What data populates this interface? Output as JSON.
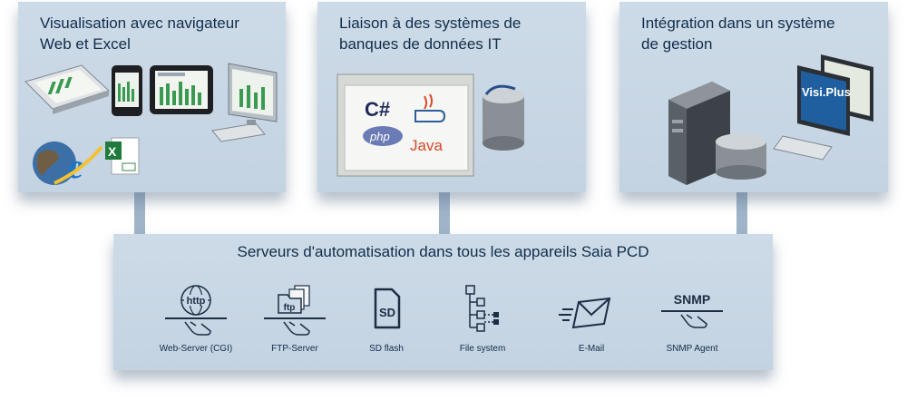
{
  "panels": [
    {
      "title": "Visualisation avec navigateur\nWeb et Excel"
    },
    {
      "title": "Liaison à des systèmes de\nbanques de données IT"
    },
    {
      "title": "Intégration dans un système\nde gestion"
    }
  ],
  "bottom": {
    "title": "Serveurs d'automatisation dans tous les appareils Saia PCD",
    "features": [
      {
        "label": "Web-Server (CGI)",
        "icon": "http-globe-icon"
      },
      {
        "label": "FTP-Server",
        "icon": "ftp-folder-icon"
      },
      {
        "label": "SD flash",
        "icon": "sd-card-icon"
      },
      {
        "label": "File system",
        "icon": "file-tree-icon"
      },
      {
        "label": "E-Mail",
        "icon": "email-icon"
      },
      {
        "label": "SNMP Agent",
        "icon": "snmp-icon"
      }
    ]
  },
  "artwork": {
    "http_text": "http",
    "ftp_text": "ftp",
    "sd_text": "SD",
    "snmp_text": "SNMP",
    "csharp_text": "C#",
    "php_text": "php",
    "java_text": "Java",
    "visiplus_text": "Visi.Plus"
  },
  "colors": {
    "panel": "#c9d8e6",
    "title_text": "#0f2d4a",
    "icon_dark": "#1c2d44"
  }
}
